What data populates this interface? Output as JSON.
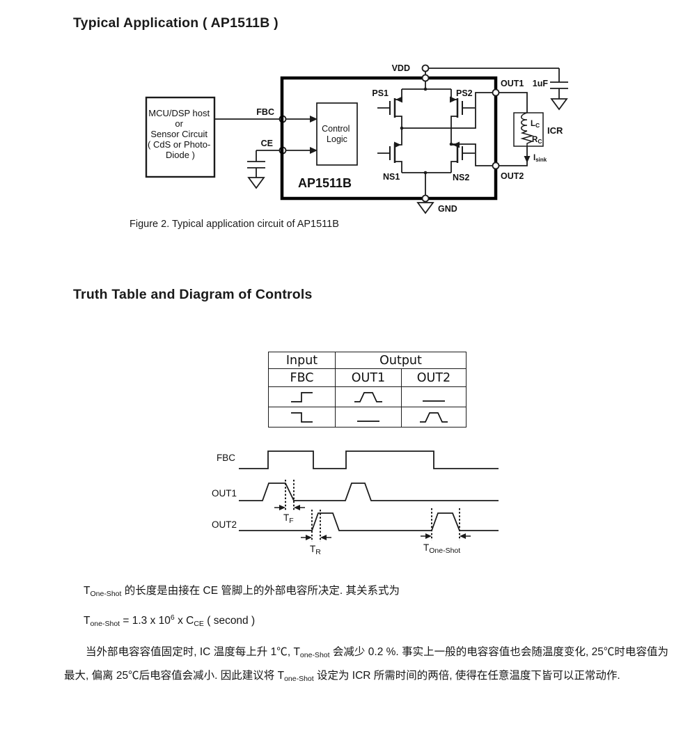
{
  "page": {
    "section1_title": "Typical Application ( AP1511B )",
    "figure_caption": "Figure 2. Typical application circuit of AP1511B",
    "section2_title": "Truth Table and Diagram of Controls"
  },
  "circuit": {
    "source_box_lines": [
      "MCU/DSP host",
      "or",
      "Sensor Circuit",
      "( CdS or Photo-",
      "Diode )"
    ],
    "chip_name": "AP1511B",
    "control_logic_lines": [
      "Control",
      "Logic"
    ],
    "pins": {
      "vdd": "VDD",
      "gnd": "GND",
      "fbc": "FBC",
      "ce": "CE",
      "out1": "OUT1",
      "out2": "OUT2"
    },
    "transistors": {
      "ps1": "PS1",
      "ps2": "PS2",
      "ns1": "NS1",
      "ns2": "NS2"
    },
    "cap_value": "1uF",
    "icr_label": "ICR",
    "inductor": {
      "base": "L",
      "sub": "C"
    },
    "resistor": {
      "base": "R",
      "sub": "C"
    },
    "isink": {
      "base": "I",
      "sub": "sink"
    }
  },
  "truth_table": {
    "header_input": "Input",
    "header_output": "Output",
    "col_headers": [
      "FBC",
      "OUT1",
      "OUT2"
    ],
    "rows": [
      {
        "fbc": "rising-edge",
        "out1": "pulse",
        "out2": "low"
      },
      {
        "fbc": "falling-edge",
        "out1": "low",
        "out2": "pulse"
      }
    ]
  },
  "timing": {
    "signals": [
      "FBC",
      "OUT1",
      "OUT2"
    ],
    "tf": {
      "base": "T",
      "sub": "F"
    },
    "tr": {
      "base": "T",
      "sub": "R"
    },
    "tone": {
      "base": "T",
      "sub": "One-Shot"
    }
  },
  "text": {
    "line1_t": "T",
    "line1_sub": "One-Shot",
    "line1_rest": " 的长度是由接在 CE 管脚上的外部电容所决定. 其关系式为",
    "eq_t": "T",
    "eq_sub": "one-Shot",
    "eq_mid": " = 1.3 x 10",
    "eq_sup": "6",
    "eq_mid2": " x C",
    "eq_sub2": "CE",
    "eq_end": " ( second )",
    "para_p1": "当外部电容容值固定时, IC 温度每上升 1℃, T",
    "para_sub1": "one-Shot",
    "para_p2": " 会减少 0.2 %. 事实上一般的电容容值也会随温度变化, 25℃时电容值为最大, 偏离 25℃后电容值会减小. 因此建议将 T",
    "para_sub2": "one-Shot",
    "para_p3": " 设定为 ICR 所需时间的两倍, 使得在任意温度下皆可以正常动作."
  }
}
